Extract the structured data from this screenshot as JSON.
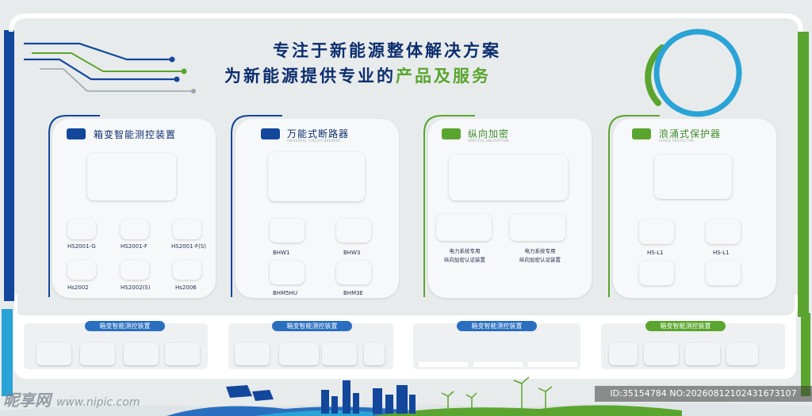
{
  "headline": {
    "line1": "专注于新能源整体解决方案",
    "line2_main": "为新能源提供专业的",
    "line2_accent": "产品及服务"
  },
  "colors": {
    "navy": "#0c2e6e",
    "blue": "#12479c",
    "green": "#5aa52f",
    "teal": "#2aa3d6",
    "background": "#e8ebec"
  },
  "panels": [
    {
      "title": "箱变智能测控装置",
      "accent": "blue",
      "items": [
        "HS2001-G",
        "HS2001-F",
        "HS2001-F(S)",
        "Hs2002",
        "HS2002(S)",
        "Hs2006"
      ]
    },
    {
      "title": "万能式断路器",
      "subtitle": "UNIVERSAL CIRCUIT BREAKER",
      "accent": "blue",
      "items": [
        "BHW1",
        "BHW3",
        "BHM5HU",
        "BHM3E"
      ]
    },
    {
      "title": "纵向加密",
      "subtitle": "VERTICAL ENCRYPTION",
      "accent": "green",
      "items": [
        "电力系统专用\n纵向加密认证装置",
        "电力系统专用\n纵向加密认证装置"
      ]
    },
    {
      "title": "浪涌式保护器",
      "subtitle": "SURGE PROTECTOR",
      "accent": "green",
      "items": [
        "HS-L1",
        "HS-L1"
      ]
    }
  ],
  "bottom_tags": [
    "箱变智能测控装置",
    "箱变智能测控装置",
    "箱变智能测控装置",
    "箱变智能测控装置"
  ],
  "watermark": {
    "logo": "昵享网",
    "url": "www.nipic.com",
    "id_text": "ID:35154784 NO:20260812102431673107"
  }
}
